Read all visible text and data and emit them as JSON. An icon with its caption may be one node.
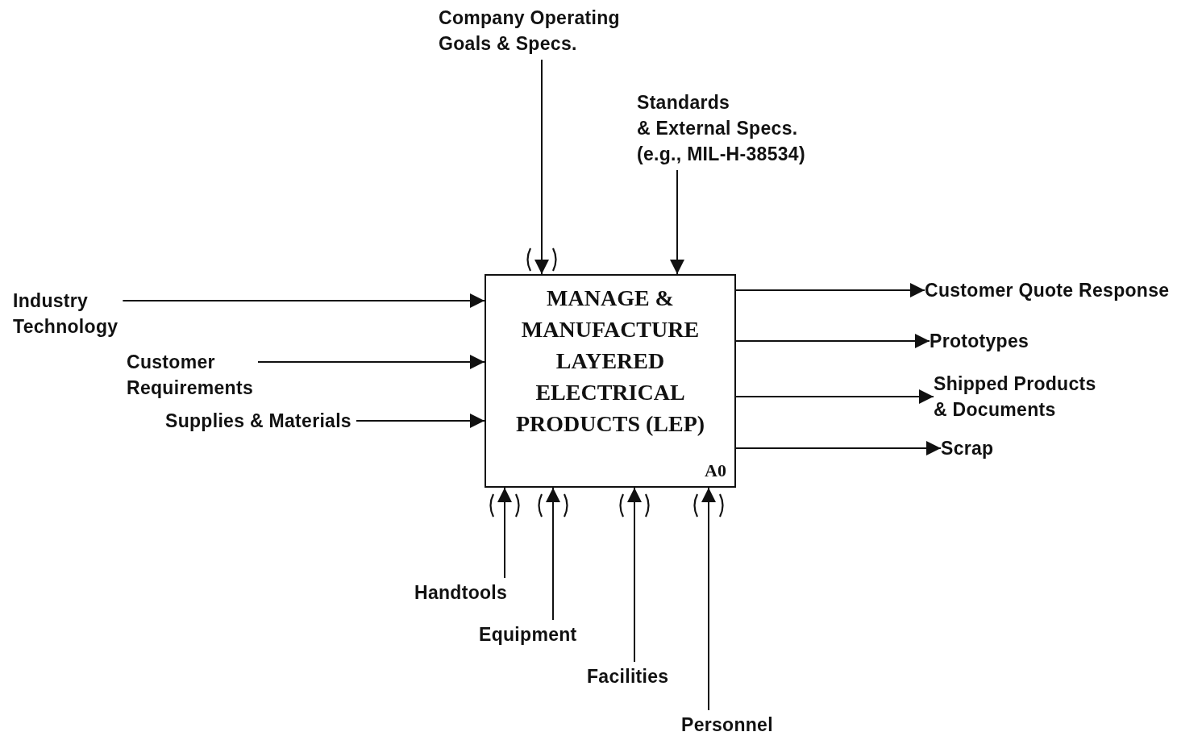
{
  "diagram": {
    "nodes": [
      {
        "text": [
          "MANAGE & MANUFACTURE LAYERED ELECTRICAL PRODUCTS (LEP)",
          "A0"
        ]
      },
      {
        "text": [
          "Company Operating Goals & Specs."
        ]
      },
      {
        "text": [
          "Standards & External Specs. (e.g., MIL-H-38534)"
        ]
      },
      {
        "text": [
          "Industry Technology"
        ]
      },
      {
        "text": [
          "Customer Requirements"
        ]
      },
      {
        "text": [
          "Supplies & Materials"
        ]
      },
      {
        "text": [
          "Customer Quote Response"
        ]
      },
      {
        "text": [
          "Prototypes"
        ]
      },
      {
        "text": [
          "Shipped Products & Documents"
        ]
      },
      {
        "text": [
          "Scrap"
        ]
      },
      {
        "text": [
          "Handtools"
        ]
      },
      {
        "text": [
          "Equipment"
        ]
      },
      {
        "text": [
          "Facilities"
        ]
      },
      {
        "text": [
          "Personnel"
        ]
      }
    ],
    "edges": [
      {
        "from": 1,
        "to": 0,
        "arrow": "to"
      },
      {
        "from": 2,
        "to": 0,
        "arrow": "to"
      },
      {
        "from": 3,
        "to": 0,
        "arrow": "to"
      },
      {
        "from": 4,
        "to": 0,
        "arrow": "to"
      },
      {
        "from": 5,
        "to": 0,
        "arrow": "to"
      },
      {
        "from": 0,
        "to": 6,
        "arrow": "to"
      },
      {
        "from": 0,
        "to": 7,
        "arrow": "to"
      },
      {
        "from": 0,
        "to": 8,
        "arrow": "to"
      },
      {
        "from": 0,
        "to": 9,
        "arrow": "to"
      },
      {
        "from": 10,
        "to": 0,
        "arrow": "to"
      },
      {
        "from": 11,
        "to": 0,
        "arrow": "to"
      },
      {
        "from": 12,
        "to": 0,
        "arrow": "to"
      },
      {
        "from": 13,
        "to": 0,
        "arrow": "to"
      }
    ]
  }
}
